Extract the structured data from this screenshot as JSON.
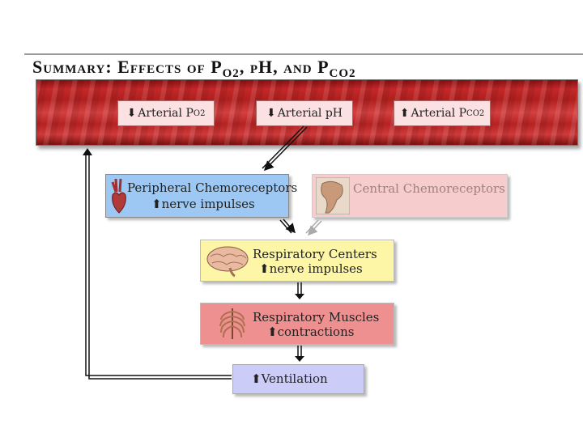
{
  "title": {
    "text": "Summary: Effects of P",
    "sub1": "O2",
    "mid": ", pH, and P",
    "sub2": "CO2"
  },
  "blood": {
    "po2": {
      "arrow": "⬇",
      "label": "Arterial P",
      "sub": "O2"
    },
    "ph": {
      "arrow": "⬇",
      "label": "Arterial pH"
    },
    "pco2": {
      "arrow": "⬆",
      "label": "Arterial P",
      "sub": "CO2"
    }
  },
  "peripheral": {
    "line1": "Peripheral Chemoreceptors",
    "arrow": "⬆",
    "line2": "nerve impulses"
  },
  "central": {
    "line1": "Central Chemoreceptors"
  },
  "respiratory_centers": {
    "line1": "Respiratory Centers",
    "arrow": "⬆",
    "line2": "nerve impulses"
  },
  "respiratory_muscles": {
    "line1": "Respiratory Muscles",
    "arrow": "⬆",
    "line2": "contractions"
  },
  "ventilation": {
    "arrow": "⬆",
    "label": "Ventilation"
  },
  "colors": {
    "vessel": "#c42828",
    "peripheral_box": "#9ec8f4",
    "central_box": "#f6cccc",
    "respiratory_centers_box": "#fdf6a6",
    "respiratory_muscles_box": "#ee9090",
    "ventilation_box": "#ccccf8"
  }
}
